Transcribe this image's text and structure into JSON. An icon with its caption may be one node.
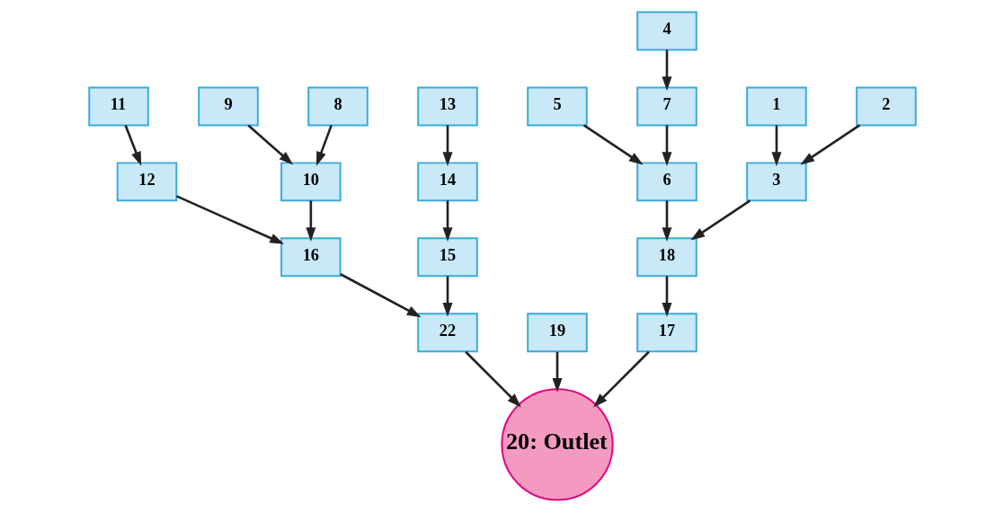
{
  "diagram": {
    "nodes": [
      {
        "text": [
          "1"
        ]
      },
      {
        "text": [
          "2"
        ]
      },
      {
        "text": [
          "3"
        ]
      },
      {
        "text": [
          "4"
        ]
      },
      {
        "text": [
          "5"
        ]
      },
      {
        "text": [
          "6"
        ]
      },
      {
        "text": [
          "7"
        ]
      },
      {
        "text": [
          "8"
        ]
      },
      {
        "text": [
          "9"
        ]
      },
      {
        "text": [
          "10"
        ]
      },
      {
        "text": [
          "11"
        ]
      },
      {
        "text": [
          "12"
        ]
      },
      {
        "text": [
          "13"
        ]
      },
      {
        "text": [
          "14"
        ]
      },
      {
        "text": [
          "15"
        ]
      },
      {
        "text": [
          "16"
        ]
      },
      {
        "text": [
          "17"
        ]
      },
      {
        "text": [
          "18"
        ]
      },
      {
        "text": [
          "19"
        ]
      },
      {
        "text": [
          "20: Outlet"
        ]
      },
      {
        "text": [
          "22"
        ]
      }
    ],
    "edges": [
      {
        "from": 0,
        "to": 2,
        "arrow": "to"
      },
      {
        "from": 1,
        "to": 2,
        "arrow": "to"
      },
      {
        "from": 2,
        "to": 17,
        "arrow": "to"
      },
      {
        "from": 3,
        "to": 6,
        "arrow": "to"
      },
      {
        "from": 6,
        "to": 5,
        "arrow": "to"
      },
      {
        "from": 4,
        "to": 5,
        "arrow": "to"
      },
      {
        "from": 5,
        "to": 17,
        "arrow": "to"
      },
      {
        "from": 17,
        "to": 16,
        "arrow": "to"
      },
      {
        "from": 16,
        "to": 19,
        "arrow": "to"
      },
      {
        "from": 7,
        "to": 9,
        "arrow": "to"
      },
      {
        "from": 8,
        "to": 9,
        "arrow": "to"
      },
      {
        "from": 9,
        "to": 15,
        "arrow": "to"
      },
      {
        "from": 10,
        "to": 11,
        "arrow": "to"
      },
      {
        "from": 11,
        "to": 15,
        "arrow": "to"
      },
      {
        "from": 15,
        "to": 20,
        "arrow": "to"
      },
      {
        "from": 12,
        "to": 13,
        "arrow": "to"
      },
      {
        "from": 13,
        "to": 14,
        "arrow": "to"
      },
      {
        "from": 14,
        "to": 20,
        "arrow": "to"
      },
      {
        "from": 20,
        "to": 19,
        "arrow": "to"
      },
      {
        "from": 18,
        "to": 19,
        "arrow": "to"
      }
    ]
  }
}
